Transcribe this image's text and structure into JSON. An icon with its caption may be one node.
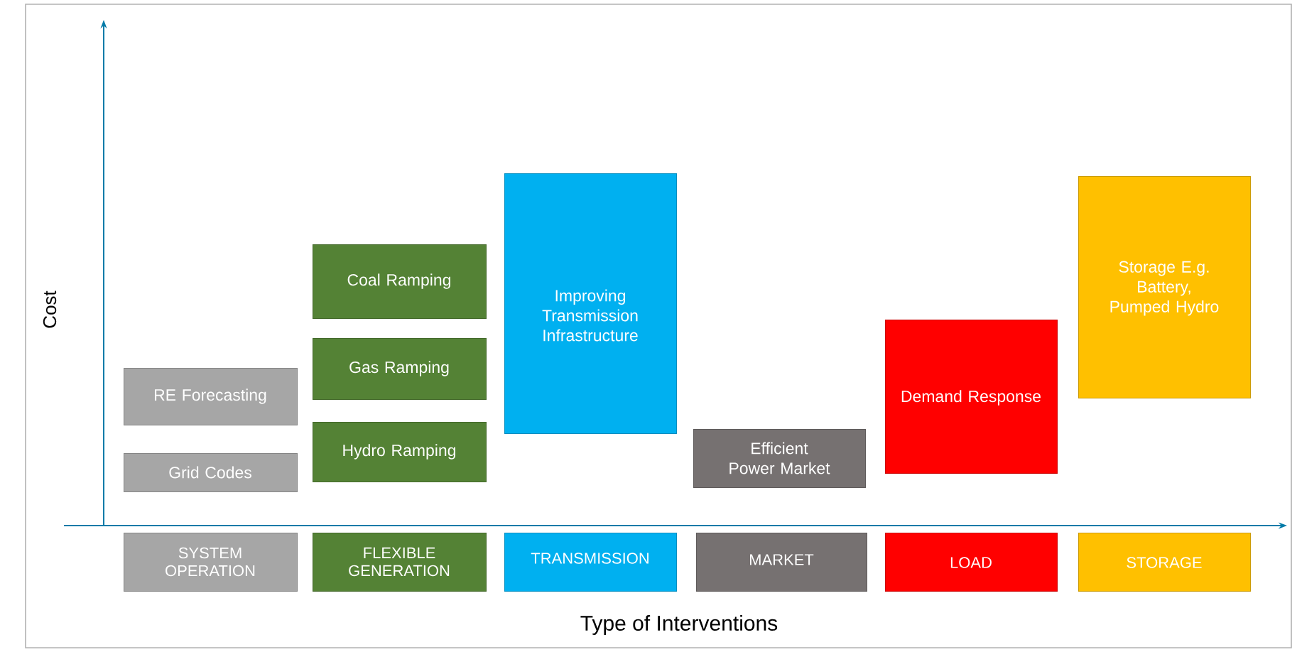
{
  "diagram": {
    "nodes": [
      {
        "text": [
          "RE Forecasting"
        ]
      },
      {
        "text": [
          "Grid Codes"
        ]
      },
      {
        "text": [
          "Coal Ramping"
        ]
      },
      {
        "text": [
          "Gas Ramping"
        ]
      },
      {
        "text": [
          "Hydro Ramping"
        ]
      },
      {
        "text": [
          "Improving Transmission Infrastructure"
        ]
      },
      {
        "text": [
          "Efficient Power Market"
        ]
      },
      {
        "text": [
          "Demand Response"
        ]
      },
      {
        "text": [
          "Storage E.g. Battery, Pumped Hydro"
        ]
      },
      {
        "text": [
          "SYSTEM OPERATION"
        ]
      },
      {
        "text": [
          "FLEXIBLE GENERATION"
        ]
      },
      {
        "text": [
          "TRANSMISSION"
        ]
      },
      {
        "text": [
          "MARKET"
        ]
      },
      {
        "text": [
          "LOAD"
        ]
      },
      {
        "text": [
          "STORAGE"
        ]
      }
    ],
    "edges": [],
    "labels": [
      "Cost",
      "Type of Interventions"
    ]
  }
}
